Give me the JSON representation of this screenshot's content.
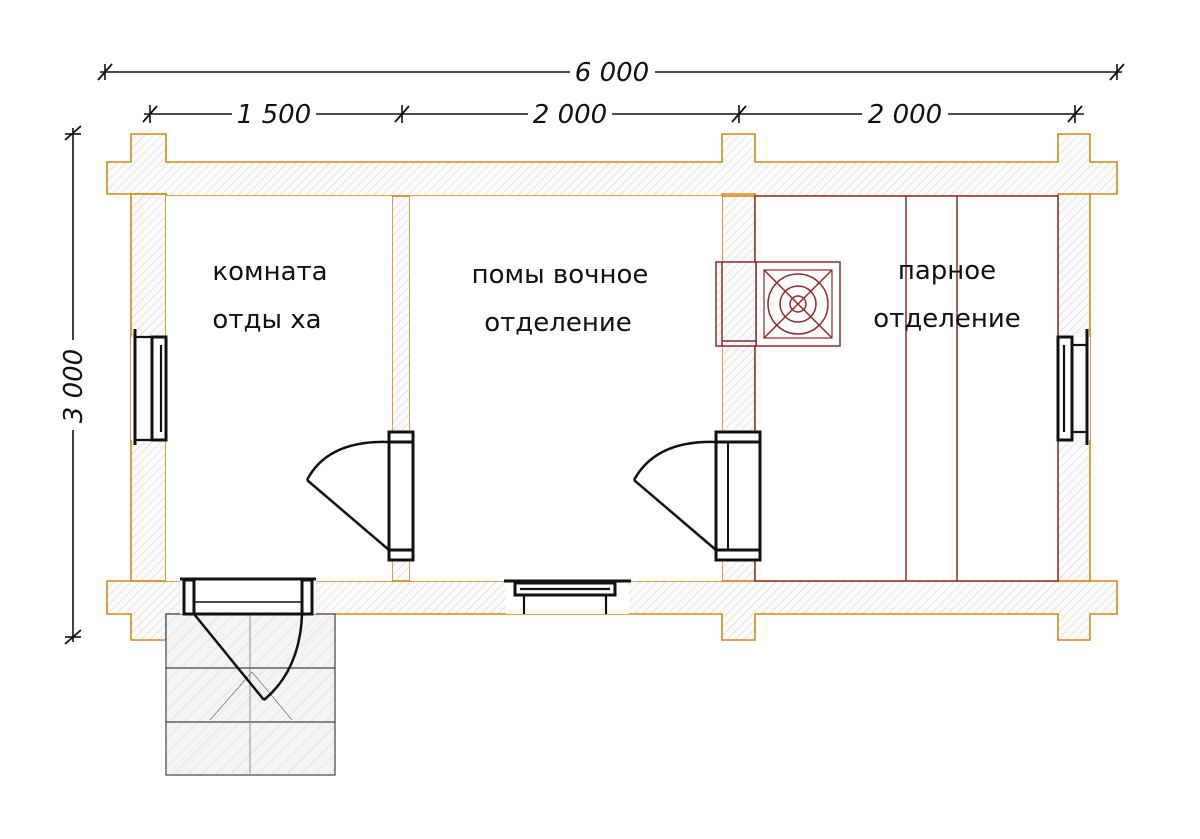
{
  "dimensions": {
    "total_length": "6 000",
    "segment_1": "1 500",
    "segment_2": "2 000",
    "segment_3": "2 000",
    "height": "3 000"
  },
  "rooms": [
    {
      "line1": "комната",
      "line2": "отды ха"
    },
    {
      "line1": "помы вочное",
      "line2": "отделение"
    },
    {
      "line1": "парное",
      "line2": "отделение"
    }
  ],
  "colors": {
    "wall_outline": "#d08a16",
    "hatch": "#c9c9c9",
    "stove": "#8e2a2a",
    "lines": "#111111"
  }
}
